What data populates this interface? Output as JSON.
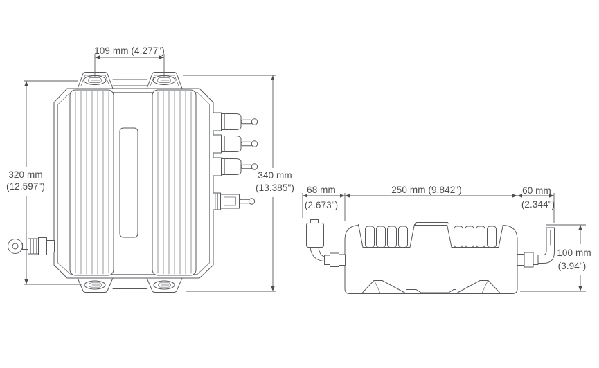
{
  "front_view": {
    "dim_hole_spacing_width": "109 mm (4.277\")",
    "dim_mount_height_mm": "320 mm",
    "dim_mount_height_in": "(12.597\")",
    "dim_overall_height_mm": "340 mm",
    "dim_overall_height_in": "(13.385\")"
  },
  "side_view": {
    "dim_connector_left_mm": "68 mm",
    "dim_connector_left_in": "(2.673\")",
    "dim_body_length": "250 mm (9.842\")",
    "dim_connector_right_mm": "60 mm",
    "dim_connector_right_in": "(2.344\")",
    "dim_height_mm": "100 mm",
    "dim_height_in": "(3.94\")"
  },
  "colors": {
    "line": "#57585c",
    "dimension_text": "#4b4c4e",
    "background": "#ffffff"
  }
}
